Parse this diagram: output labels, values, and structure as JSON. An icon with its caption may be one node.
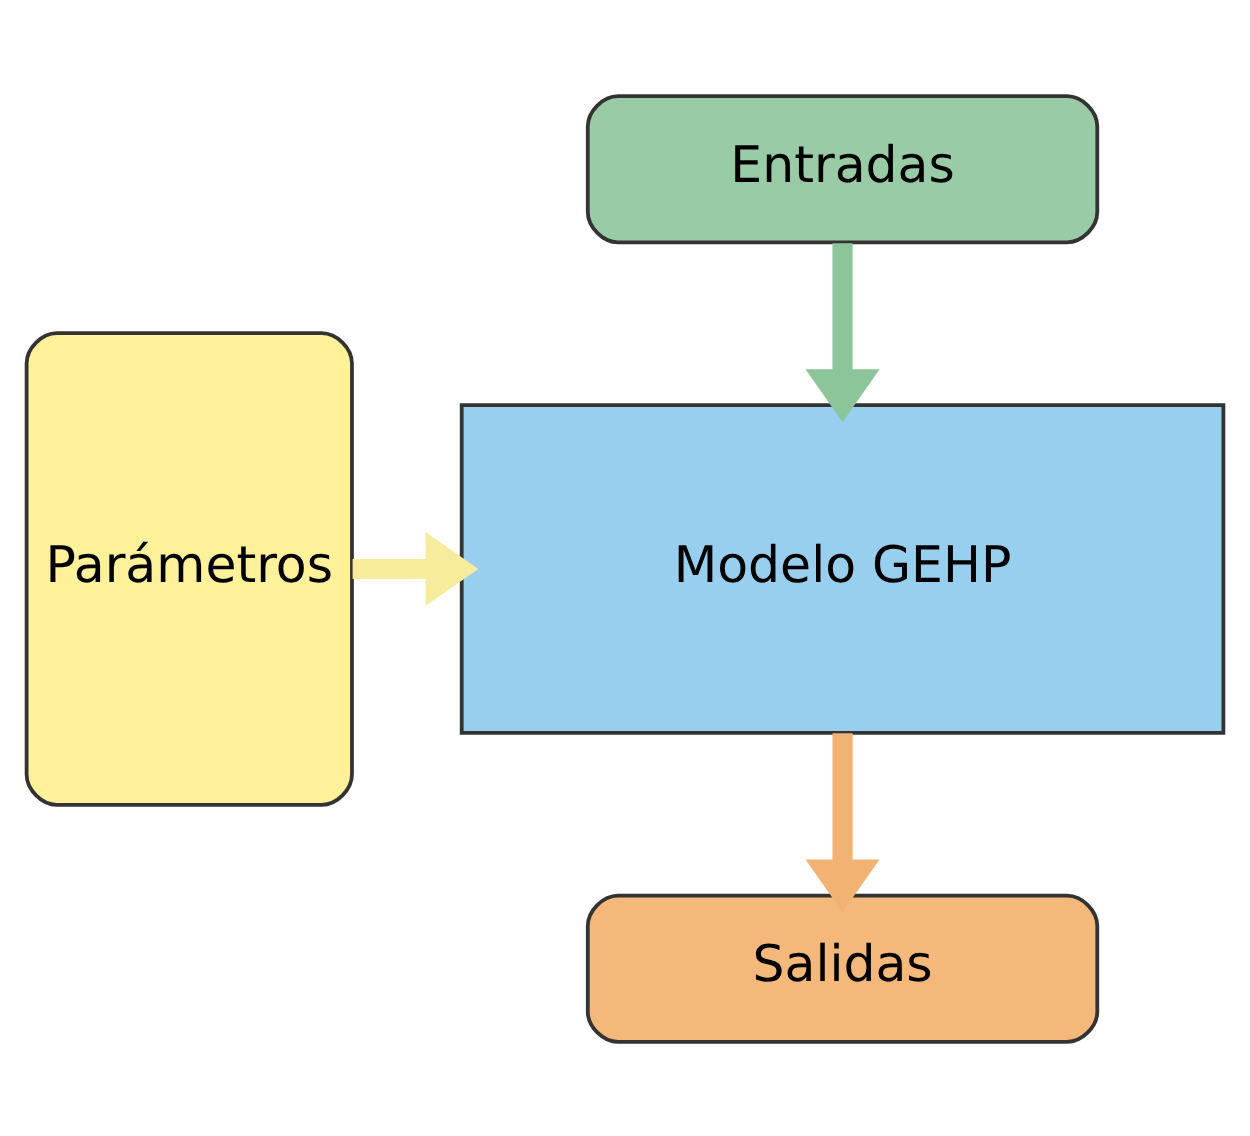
{
  "diagram": {
    "nodes": [
      {
        "text": [
          "Entradas"
        ]
      },
      {
        "text": [
          "Modelo GEHP"
        ]
      },
      {
        "text": [
          "Parámetros"
        ]
      },
      {
        "text": [
          "Salidas"
        ]
      }
    ],
    "edges": [
      {
        "from": 0,
        "to": 1,
        "arrow": "to",
        "color": "#8dc59b"
      },
      {
        "from": 2,
        "to": 1,
        "arrow": "to",
        "color": "#f7eb9c"
      },
      {
        "from": 1,
        "to": 3,
        "arrow": "to",
        "color": "#f1b274"
      }
    ]
  }
}
